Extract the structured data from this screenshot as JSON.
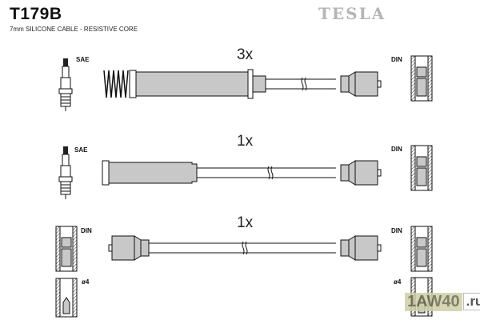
{
  "header": {
    "part_number": "T179B",
    "description": "7mm SILICONE CABLE - RESISTIVE CORE",
    "brand": "TESLA"
  },
  "cables": [
    {
      "quantity": "3x",
      "left_connector": "SAE",
      "right_connector": "DIN"
    },
    {
      "quantity": "1x",
      "left_connector": "SAE",
      "right_connector": "DIN"
    },
    {
      "quantity": "1x",
      "left_connector": "DIN",
      "right_connector": "DIN",
      "left_alt": "ø4",
      "right_alt": "ø4"
    }
  ],
  "watermark": {
    "main": "1AW40",
    "tld": ".ru"
  },
  "colors": {
    "boot_fill": "#c8c8c8",
    "line": "#111111",
    "brand": "#b5b5b5"
  }
}
